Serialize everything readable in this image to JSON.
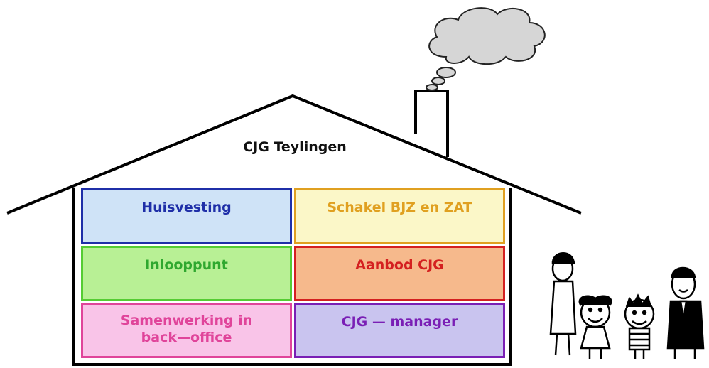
{
  "title": "CJG Teylingen",
  "rooms": [
    {
      "id": "huisvesting",
      "label": "Huisvesting",
      "text_color": "#1f2fa8",
      "fill": "#cfe3f7",
      "border": "#1f2fa8"
    },
    {
      "id": "schakel",
      "label": "Schakel BJZ en ZAT",
      "text_color": "#e0a020",
      "fill": "#fbf7c8",
      "border": "#e0a020"
    },
    {
      "id": "inloop",
      "label": "Inlooppunt",
      "text_color": "#2fa82f",
      "fill": "#b8f095",
      "border": "#55cc33"
    },
    {
      "id": "aanbod",
      "label": "Aanbod CJG",
      "text_color": "#d42020",
      "fill": "#f6b98c",
      "border": "#d42020"
    },
    {
      "id": "samen",
      "label_line1": "Samenwerking in",
      "label_line2": "back—office",
      "text_color": "#e0449a",
      "fill": "#f9c4e8",
      "border": "#e0449a"
    },
    {
      "id": "manager",
      "label": "CJG — manager",
      "text_color": "#7a1fb5",
      "fill": "#c9c4ef",
      "border": "#7a1fb5"
    }
  ],
  "icons": [
    "house-outline-icon",
    "chimney-icon",
    "smoke-cloud-icon",
    "family-figures-icon"
  ],
  "colors": {
    "outline": "#000000",
    "cloud": "#d4d4d4"
  }
}
